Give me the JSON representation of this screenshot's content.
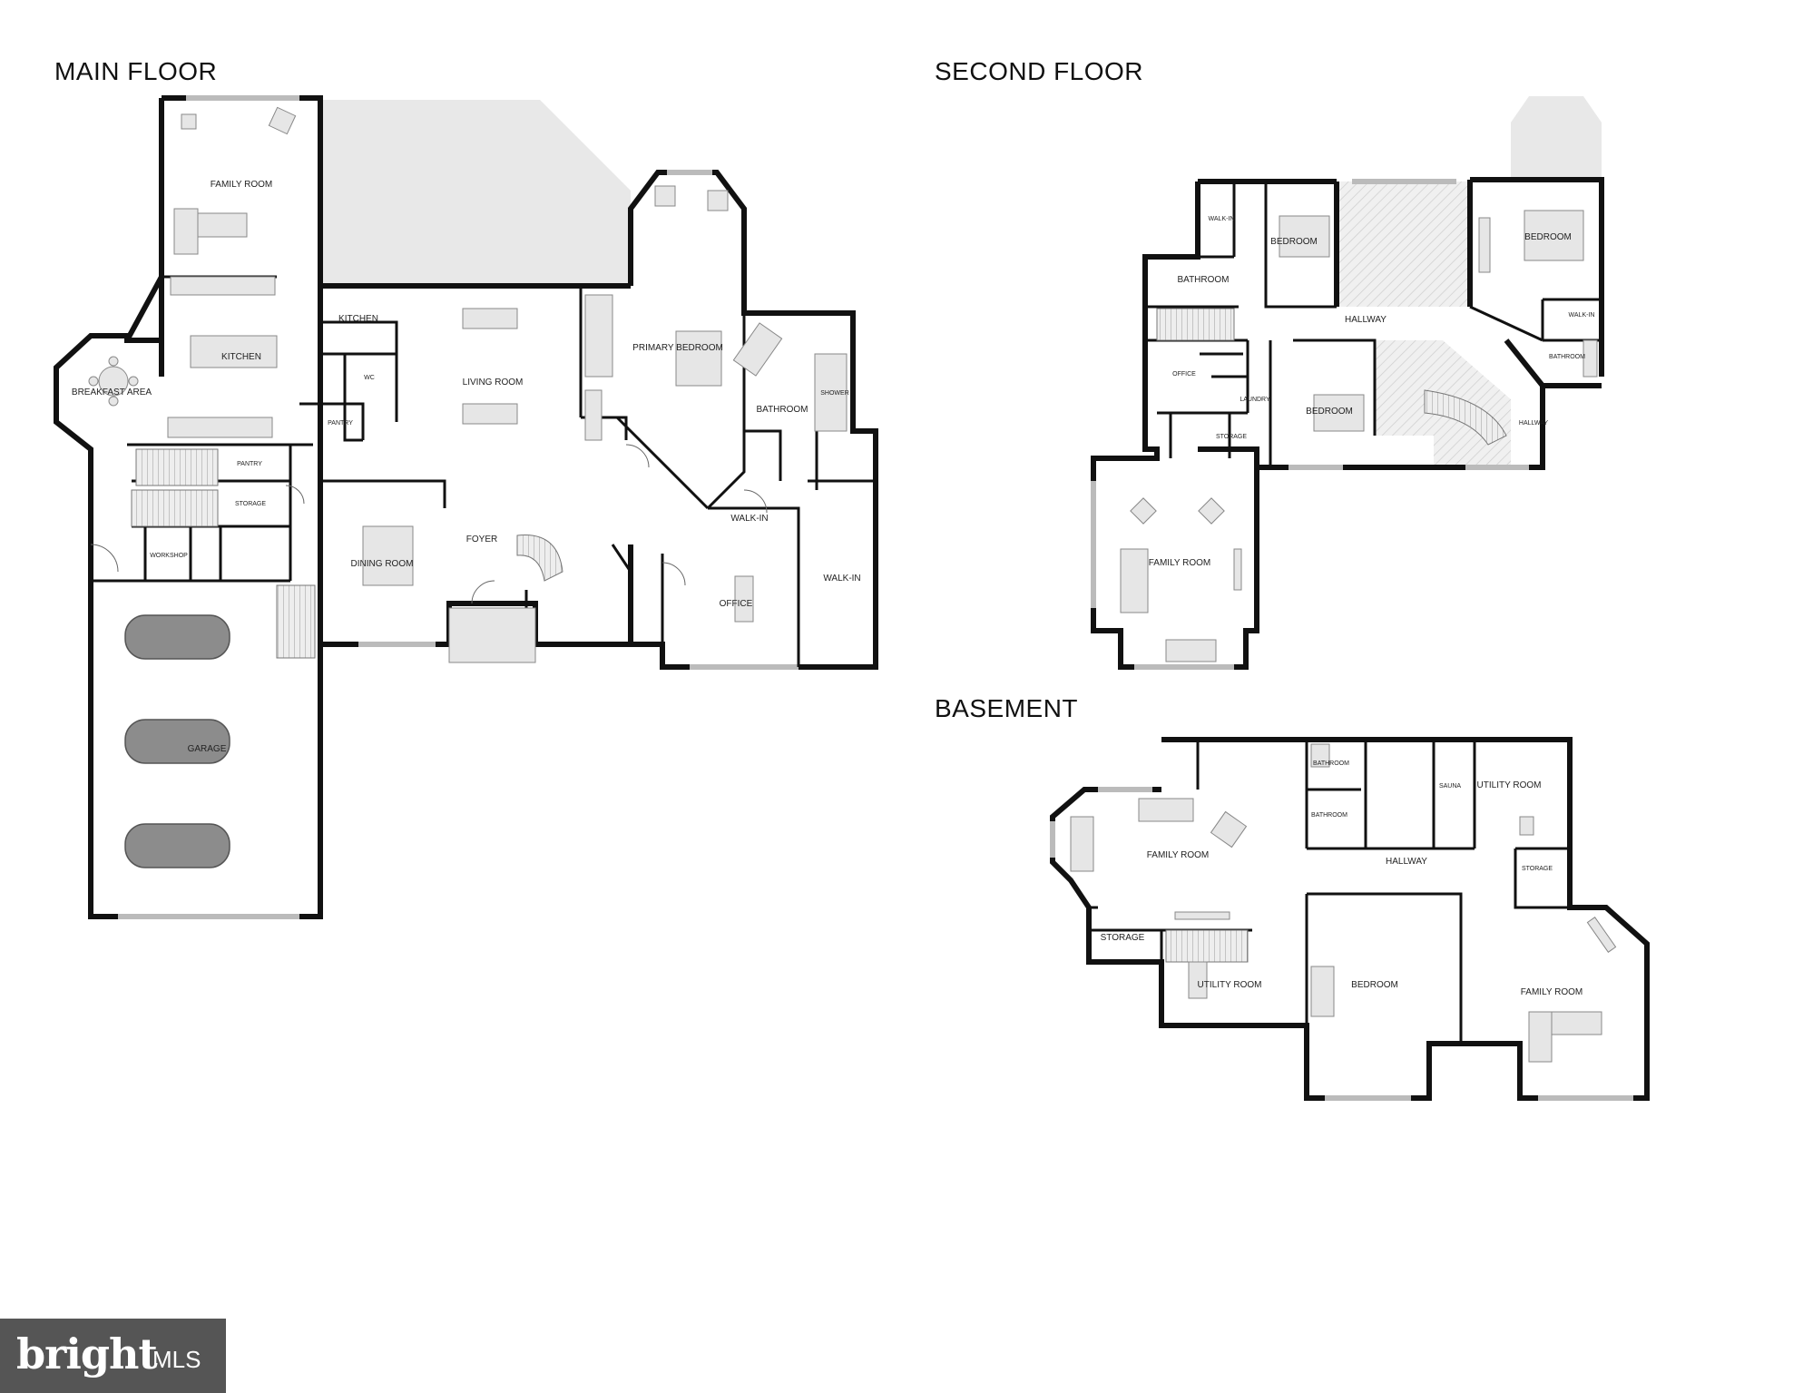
{
  "floors": {
    "main": {
      "title": "MAIN FLOOR",
      "rooms": {
        "family_room": "FAMILY ROOM",
        "kitchen": "KITCHEN",
        "kitchen_2": "KITCHEN",
        "breakfast_area": "BREAKFAST AREA",
        "wc": "WC",
        "pantry": "PANTRY",
        "pantry_2": "PANTRY",
        "living_room": "LIVING ROOM",
        "primary_bedroom": "PRIMARY BEDROOM",
        "bathroom": "BATHROOM",
        "shower": "SHOWER",
        "storage": "STORAGE",
        "workshop": "WORKSHOP",
        "dining_room": "DINING ROOM",
        "foyer": "FOYER",
        "walk_in": "WALK-IN",
        "walk_in_2": "WALK-IN",
        "office": "OFFICE",
        "garage": "GARAGE"
      }
    },
    "second": {
      "title": "SECOND FLOOR",
      "rooms": {
        "walk_in": "WALK-IN",
        "walk_in_2": "WALK-IN",
        "bedroom_1": "BEDROOM",
        "bedroom_2": "BEDROOM",
        "bedroom_3": "BEDROOM",
        "bathroom_1": "BATHROOM",
        "bathroom_2": "BATHROOM",
        "hallway": "HALLWAY",
        "hallway_2": "HALLWAY",
        "office": "OFFICE",
        "laundry": "LAUNDRY",
        "storage": "STORAGE",
        "family_room": "FAMILY ROOM"
      }
    },
    "basement": {
      "title": "BASEMENT",
      "rooms": {
        "bathroom_1": "BATHROOM",
        "bathroom_2": "BATHROOM",
        "sauna": "SAUNA",
        "utility_room_1": "UTILITY ROOM",
        "utility_room_2": "UTILITY ROOM",
        "family_room_1": "FAMILY ROOM",
        "family_room_2": "FAMILY ROOM",
        "hallway": "HALLWAY",
        "storage_1": "STORAGE",
        "storage_2": "STORAGE",
        "bedroom": "BEDROOM"
      }
    }
  },
  "logo": {
    "brand": "bright",
    "suffix": "MLS",
    "icon": "bright-mls-logo"
  },
  "colors": {
    "wall": "#111111",
    "shaded_area": "#e8e8e8",
    "logo_bg": "#555555"
  }
}
